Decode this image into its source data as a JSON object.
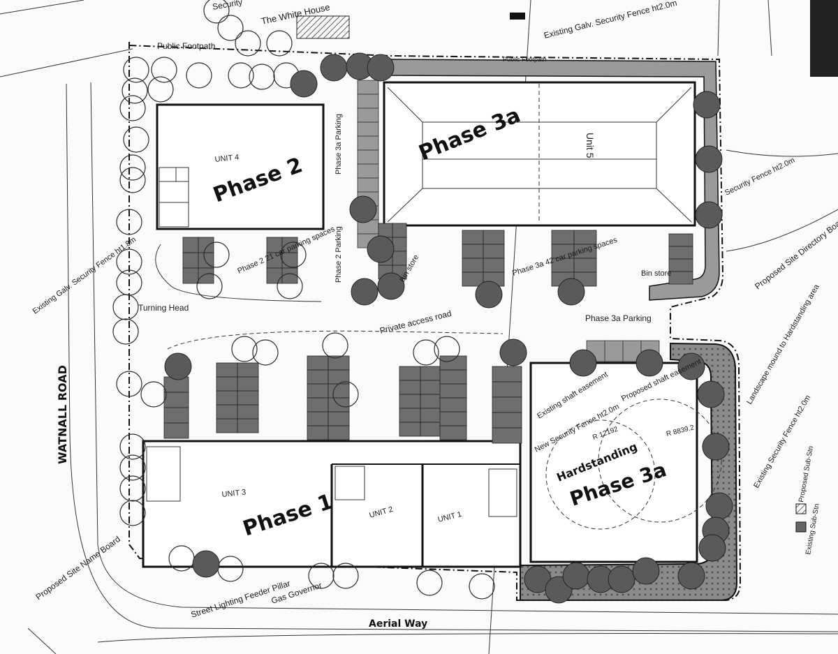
{
  "labels": {
    "security_fence_top": "Security",
    "white_house": "The White House",
    "public_footpath": "Public Footpath",
    "public_footpath_2": "Public Footpath",
    "existing_fence_tr": "Existing Galv. Security Fence ht2.0m",
    "phase3a_main": "Phase 3a",
    "unit5": "Unit 5",
    "unit4": "UNIT 4",
    "phase2": "Phase 2",
    "phase3a_parking_v": "Phase 3a Parking",
    "phase2_parking_v": "Phase 2 Parking",
    "phase2_spaces": "Phase 2 21 car parking spaces",
    "bin_store_1": "Bin store",
    "bin_store_2": "Bin store",
    "phase3a_spaces": "Phase 3a 42 car parking spaces",
    "security_fence_r": "Security Fence ht2.0m",
    "proposed_site_directory": "Proposed Site Directory Board",
    "existing_fence_left": "Existing Galv. Security Fence ht1.8m",
    "turning_head": "Turning Head",
    "private_access_road": "Private access road",
    "phase3a_parking_h": "Phase 3a Parking",
    "watnall_road": "WATNALL ROAD",
    "existing_shaft": "Existing shaft easement",
    "proposed_shaft": "Proposed shaft easement",
    "new_security_fence": "New Security Fence ht2.0m",
    "radius_1": "R 12192",
    "radius_2": "R 8839.2",
    "hardstanding": "Hardstanding",
    "phase3a_hard": "Phase 3a",
    "landscape_mound": "Landscape mound to Hardstanding area",
    "existing_security_fence_r": "Existing Security Fence ht2.0m",
    "proposed_subsn": "Proposed Sub-Stn",
    "existing_subsn": "Existing Sub-Stn",
    "unit3": "UNIT 3",
    "phase1": "Phase 1",
    "unit2": "UNIT 2",
    "unit1": "UNIT 1",
    "proposed_site_name": "Proposed Site Name Board",
    "street_lighting": "Street Lighting Feeder Pillar",
    "gas_governor": "Gas Governor",
    "aerial_way": "Aerial Way"
  },
  "colors": {
    "ink": "#111111",
    "hatch": "#6e6e6e",
    "tree_dark": "#5a5a5a",
    "paper": "#fbfbfb"
  }
}
